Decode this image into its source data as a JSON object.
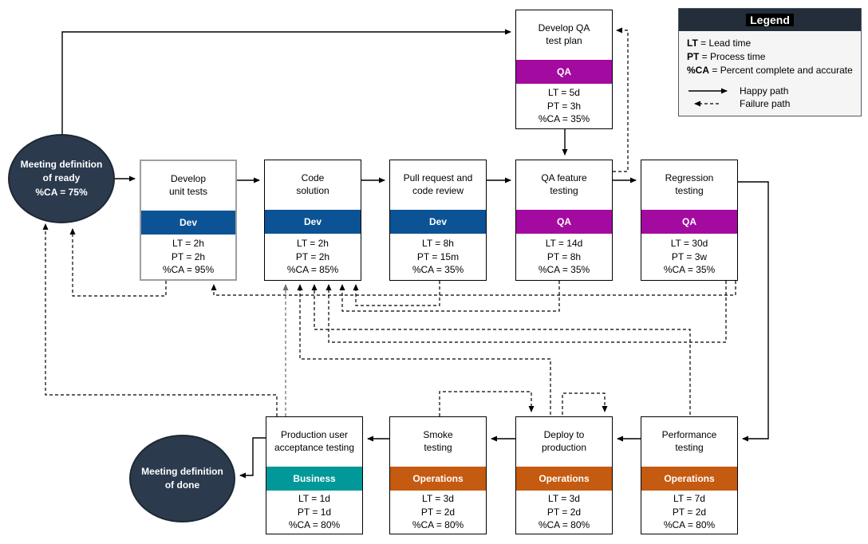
{
  "roles": {
    "dev": {
      "label": "Dev",
      "color": "#0b5394"
    },
    "qa": {
      "label": "QA",
      "color": "#a30ba0"
    },
    "operations": {
      "label": "Operations",
      "color": "#c55a11"
    },
    "business": {
      "label": "Business",
      "color": "#009898"
    }
  },
  "terminals": {
    "ready": {
      "title": "Meeting definition\nof ready",
      "stat": "%CA = 75%"
    },
    "done": {
      "title": "Meeting definition\nof done",
      "stat": ""
    }
  },
  "nodes": {
    "develop_qa_test_plan": {
      "title": "Develop QA\ntest plan",
      "lt": "LT = 5d",
      "pt": "PT = 3h",
      "ca": "%CA = 35%"
    },
    "develop_unit_tests": {
      "title": "Develop\nunit tests",
      "lt": "LT = 2h",
      "pt": "PT = 2h",
      "ca": "%CA = 95%"
    },
    "code_solution": {
      "title": "Code\nsolution",
      "lt": "LT = 2h",
      "pt": "PT = 2h",
      "ca": "%CA = 85%"
    },
    "pull_request_code_review": {
      "title": "Pull request and\ncode review",
      "lt": "LT = 8h",
      "pt": "PT = 15m",
      "ca": "%CA = 35%"
    },
    "qa_feature_testing": {
      "title": "QA feature\ntesting",
      "lt": "LT = 14d",
      "pt": "PT = 8h",
      "ca": "%CA = 35%"
    },
    "regression_testing": {
      "title": "Regression\ntesting",
      "lt": "LT = 30d",
      "pt": "PT = 3w",
      "ca": "%CA = 35%"
    },
    "production_uat": {
      "title": "Production user\nacceptance testing",
      "lt": "LT = 1d",
      "pt": "PT = 1d",
      "ca": "%CA = 80%"
    },
    "smoke_testing": {
      "title": "Smoke\ntesting",
      "lt": "LT = 3d",
      "pt": "PT = 2d",
      "ca": "%CA = 80%"
    },
    "deploy_to_production": {
      "title": "Deploy to\nproduction",
      "lt": "LT = 3d",
      "pt": "PT = 2d",
      "ca": "%CA = 80%"
    },
    "performance_testing": {
      "title": "Performance\ntesting",
      "lt": "LT = 7d",
      "pt": "PT = 2d",
      "ca": "%CA = 80%"
    }
  },
  "legend": {
    "title": "Legend",
    "entries": [
      {
        "abbr": "LT",
        "rest": " = Lead time"
      },
      {
        "abbr": "PT",
        "rest": " = Process time"
      },
      {
        "abbr": "%CA",
        "rest": " = Percent complete and accurate"
      }
    ],
    "happy_path_label": "Happy path",
    "failure_path_label": "Failure path"
  },
  "colors": {
    "navy": "#2b3a4d",
    "legend_header": "#232e3a",
    "legend_body_bg": "#f5f5f6",
    "role_dev": "#0b5394",
    "role_qa": "#a30ba0",
    "role_operations": "#c55a11",
    "role_business": "#009898",
    "edge": "#000000",
    "edge_selected": "#8f8f8f"
  }
}
